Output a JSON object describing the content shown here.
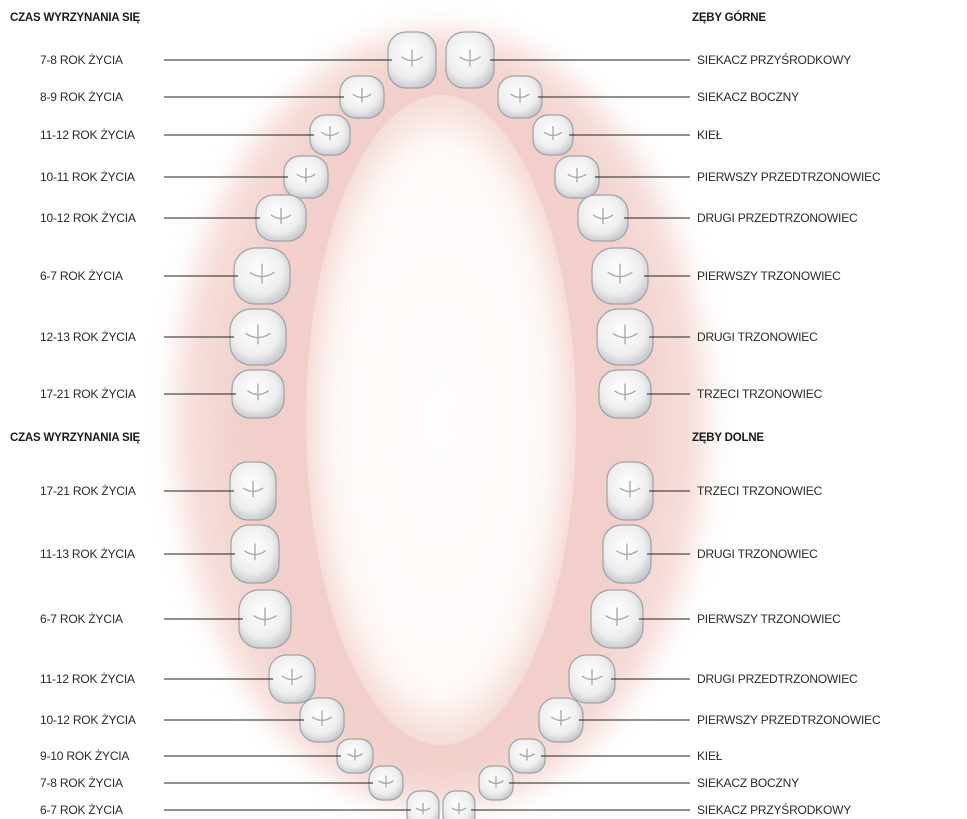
{
  "headers": {
    "upper_left": "CZAS WYRZYNANIA SIĘ",
    "upper_right": "ZĘBY GÓRNE",
    "lower_left": "CZAS WYRZYNANIA SIĘ",
    "lower_right": "ZĘBY DOLNE"
  },
  "upper": [
    {
      "age": "7-8 ROK ŻYCIA",
      "tooth": "SIEKACZ PRZYŚRODKOWY"
    },
    {
      "age": "8-9 ROK ŻYCIA",
      "tooth": "SIEKACZ BOCZNY"
    },
    {
      "age": "11-12 ROK ŻYCIA",
      "tooth": "KIEŁ"
    },
    {
      "age": "10-11 ROK ŻYCIA",
      "tooth": "PIERWSZY PRZEDTRZONOWIEC"
    },
    {
      "age": "10-12 ROK ŻYCIA",
      "tooth": "DRUGI PRZEDTRZONOWIEC"
    },
    {
      "age": "6-7 ROK ŻYCIA",
      "tooth": "PIERWSZY TRZONOWIEC"
    },
    {
      "age": "12-13 ROK ŻYCIA",
      "tooth": "DRUGI TRZONOWIEC"
    },
    {
      "age": "17-21 ROK ŻYCIA",
      "tooth": "TRZECI TRZONOWIEC"
    }
  ],
  "lower": [
    {
      "age": "17-21 ROK ŻYCIA",
      "tooth": "TRZECI TRZONOWIEC"
    },
    {
      "age": "11-13 ROK ŻYCIA",
      "tooth": "DRUGI TRZONOWIEC"
    },
    {
      "age": "6-7 ROK ŻYCIA",
      "tooth": "PIERWSZY TRZONOWIEC"
    },
    {
      "age": "11-12 ROK ŻYCIA",
      "tooth": "DRUGI PRZEDTRZONOWIEC"
    },
    {
      "age": "10-12 ROK ŻYCIA",
      "tooth": "PIERWSZY PRZEDTRZONOWIEC"
    },
    {
      "age": "9-10 ROK ŻYCIA",
      "tooth": "KIEŁ"
    },
    {
      "age": "7-8 ROK ŻYCIA",
      "tooth": "SIEKACZ BOCZNY"
    },
    {
      "age": "6-7 ROK ŻYCIA",
      "tooth": "SIEKACZ PRZYŚRODKOWY"
    }
  ]
}
